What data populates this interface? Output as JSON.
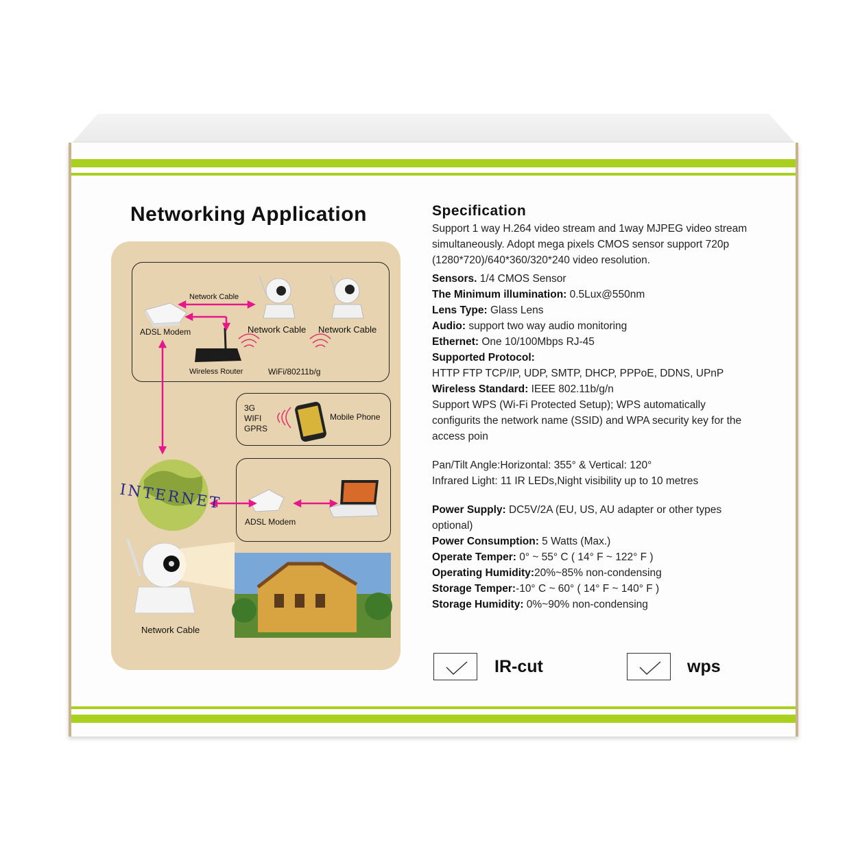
{
  "networking": {
    "title": "Networking Application",
    "labels": {
      "network_cable_top": "Network Cable",
      "adsl_modem_top": "ADSL Modem",
      "network_cable_cam1": "Network Cable",
      "network_cable_cam2": "Network Cable",
      "wireless_router": "Wireless Router",
      "wifi": "WiFi/80211b/g",
      "mobile_modes": [
        "3G",
        "WIFI",
        "GPRS"
      ],
      "mobile_phone": "Mobile Phone",
      "internet": "INTERNET",
      "adsl_modem_bottom": "ADSL Modem",
      "network_cable_bottom": "Network Cable"
    }
  },
  "specification": {
    "title": "Specification",
    "intro": "Support 1 way  H.264 video stream and 1way MJPEG video stream simultaneously. Adopt mega pixels CMOS sensor support 720p (1280*720)/640*360/320*240 video resolution.",
    "items": [
      {
        "label": "Sensors.",
        "value": "  1/4 CMOS Sensor"
      },
      {
        "label": "The Minimum illumination:",
        "value": " 0.5Lux@550nm"
      },
      {
        "label": "Lens Type:",
        "value": " Glass Lens"
      },
      {
        "label": "Audio:",
        "value": " support two way audio monitoring"
      },
      {
        "label": "Ethernet:",
        "value": " One 10/100Mbps RJ-45"
      },
      {
        "label": "Supported Protocol:",
        "value": ""
      }
    ],
    "protocols": "HTTP FTP TCP/IP, UDP, SMTP, DHCP, PPPoE, DDNS, UPnP",
    "wireless": {
      "label": "Wireless Standard:",
      "value": " IEEE 802.11b/g/n"
    },
    "wps_text": "Support WPS (Wi-Fi Protected Setup); WPS automatically configurits the network name (SSID) and WPA security key for the access poin",
    "pan_tilt": "Pan/Tilt Angle:Horizontal: 355°  & Vertical: 120°",
    "infrared": "Infrared Light: 11 IR LEDs,Night visibility up to 10 metres",
    "power_items": [
      {
        "label": "Power Supply:",
        "value": " DC5V/2A (EU, US, AU adapter or other types optional)"
      },
      {
        "label": "Power Consumption:",
        "value": " 5  Watts (Max.)"
      },
      {
        "label": "Operate Temper:",
        "value": " 0° ~ 55° C ( 14° F ~ 122° F )"
      },
      {
        "label": "Operating Humidity:",
        "value": "20%~85% non-condensing"
      },
      {
        "label": "Storage Temper:",
        "value": "-10° C ~ 60°   ( 14° F ~ 140° F )"
      },
      {
        "label": "Storage Humidity:",
        "value": " 0%~90% non-condensing"
      }
    ],
    "features": [
      {
        "label": "IR-cut",
        "checked": true
      },
      {
        "label": "wps",
        "checked": true
      }
    ]
  },
  "colors": {
    "stripe": "#a9cf1f",
    "panel": "#e8d3b0",
    "arrow": "#e6168c"
  }
}
